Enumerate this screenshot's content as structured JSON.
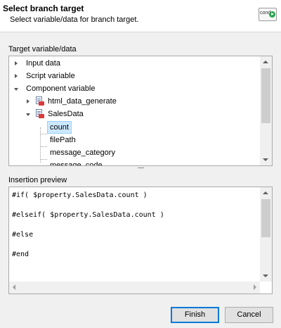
{
  "header": {
    "title": "Select branch target",
    "subtitle": "Select variable/data for branch target.",
    "icon_label": "cond",
    "icon_name": "cond-arrow-icon"
  },
  "tree_section": {
    "label": "Target variable/data",
    "items": [
      {
        "label": "Input data",
        "state": "collapsed"
      },
      {
        "label": "Script variable",
        "state": "collapsed"
      },
      {
        "label": "Component variable",
        "state": "expanded"
      },
      {
        "label": "html_data_generate",
        "state": "collapsed"
      },
      {
        "label": "SalesData",
        "state": "expanded"
      },
      {
        "label": "count",
        "selected": true
      },
      {
        "label": "filePath"
      },
      {
        "label": "message_category"
      },
      {
        "label": "message_code"
      }
    ]
  },
  "preview_section": {
    "label": "Insertion preview",
    "lines": [
      "#if( $property.SalesData.count )",
      "#elseif( $property.SalesData.count )",
      "#else",
      "#end"
    ]
  },
  "buttons": {
    "finish": "Finish",
    "cancel": "Cancel"
  },
  "colors": {
    "selection_bg": "#cce8ff",
    "selection_border": "#99d1ff",
    "default_button_border": "#0078d7",
    "icon_badge": "#d93a3a"
  }
}
